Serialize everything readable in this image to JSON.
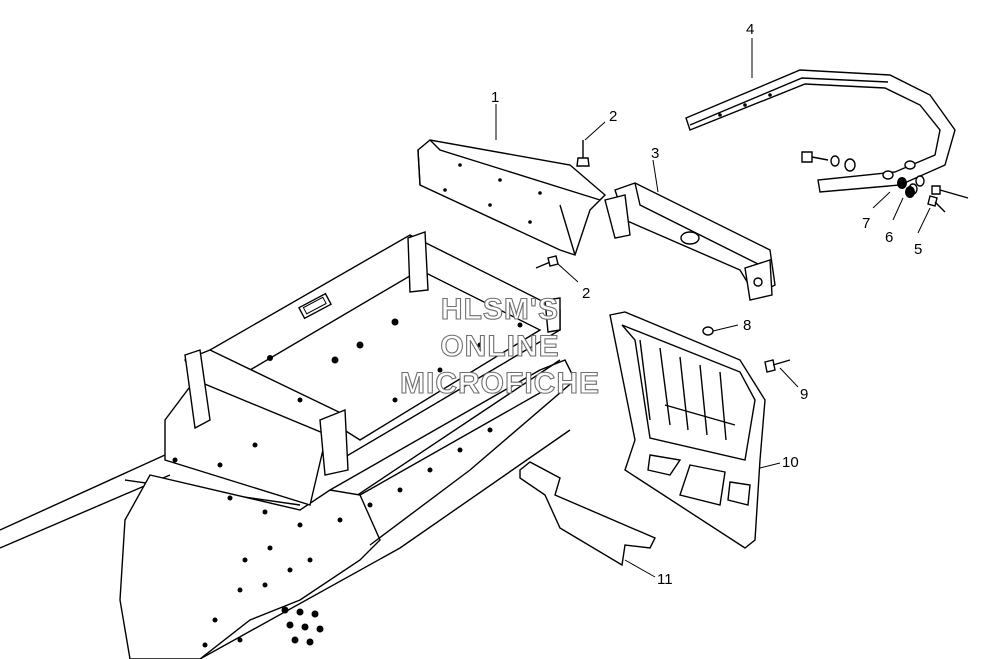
{
  "callouts": [
    {
      "id": "1",
      "text": "1"
    },
    {
      "id": "2a",
      "text": "2"
    },
    {
      "id": "2b",
      "text": "2"
    },
    {
      "id": "3",
      "text": "3"
    },
    {
      "id": "4",
      "text": "4"
    },
    {
      "id": "5",
      "text": "5"
    },
    {
      "id": "6",
      "text": "6"
    },
    {
      "id": "7",
      "text": "7"
    },
    {
      "id": "8",
      "text": "8"
    },
    {
      "id": "9",
      "text": "9"
    },
    {
      "id": "10",
      "text": "10"
    },
    {
      "id": "11",
      "text": "11"
    }
  ],
  "watermark": {
    "line1": "HLSM'S",
    "line2": "ONLINE",
    "line3": "MICROFICHE"
  }
}
